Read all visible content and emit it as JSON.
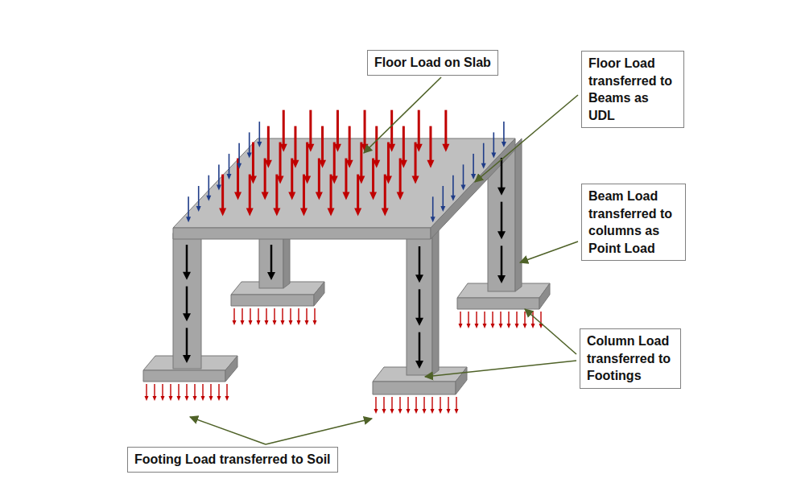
{
  "diagram": {
    "nodes": [
      {
        "text": [
          "Floor Load on Slab"
        ]
      },
      {
        "text": [
          "Floor Load transferred to Beams as UDL"
        ]
      },
      {
        "text": [
          "Beam Load transferred to columns as Point Load"
        ]
      },
      {
        "text": [
          "Column Load transferred to Footings"
        ]
      },
      {
        "text": [
          "Footing Load transferred to Soil"
        ]
      }
    ]
  }
}
